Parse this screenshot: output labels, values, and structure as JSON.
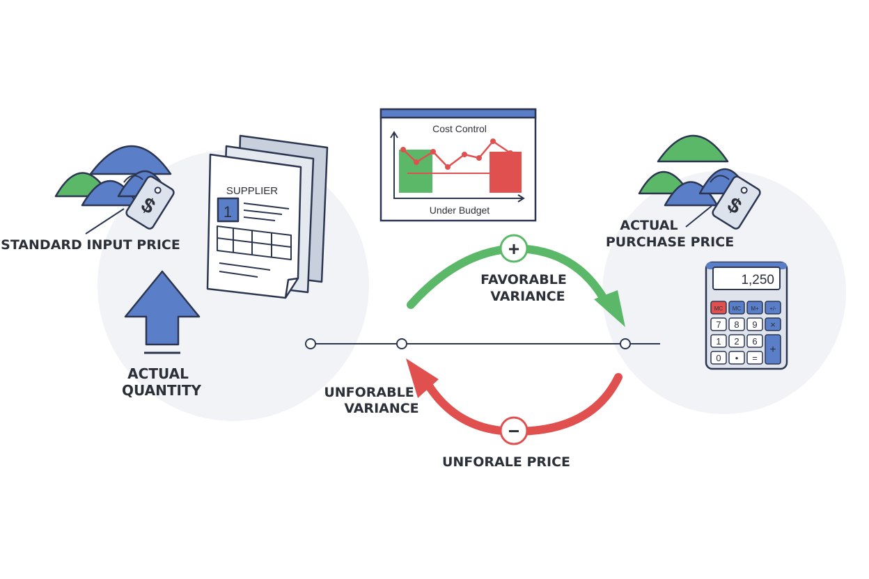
{
  "colors": {
    "blue": "#5a7fc8",
    "green": "#5bb868",
    "red": "#e0504f",
    "outline": "#2b3550",
    "bubble": "#f1f3f6"
  },
  "labels": {
    "standard_input_price": "STANDARD INPUT PRICE",
    "actual_quantity_1": "ACTUAL",
    "actual_quantity_2": "QUANTITY",
    "actual_purchase_1": "ACTUAL",
    "actual_purchase_2": "PURCHASE PRICE",
    "favorable_1": "FAVORABLE",
    "favorable_2": "VARIANCE",
    "unforable_1": "UNFORABLE",
    "unforable_2": "VARIANCE",
    "unforale_price": "UNFORALE PRICE"
  },
  "document": {
    "title": "SUPPLIER",
    "badge": "1"
  },
  "chart_panel": {
    "title": "Cost Control",
    "caption": "Under Budget"
  },
  "price_tag": {
    "symbol": "$"
  },
  "calculator": {
    "display": "1,250",
    "keys_row1": [
      "MC",
      "MC",
      "M+",
      "+/-"
    ],
    "keys_row2": [
      "7",
      "8",
      "9",
      "×"
    ],
    "keys_row3": [
      "1",
      "2",
      "6"
    ],
    "keys_row4": [
      "0",
      "•",
      "="
    ],
    "plus_key": "+"
  },
  "signs": {
    "plus": "+",
    "minus": "−"
  },
  "icons": [
    "blocks-icon",
    "price-tag-icon",
    "up-arrow-icon",
    "document-icon",
    "cost-chart-icon",
    "calculator-icon",
    "favorable-arrow-icon",
    "unfavorable-arrow-icon",
    "timeline-icon"
  ]
}
